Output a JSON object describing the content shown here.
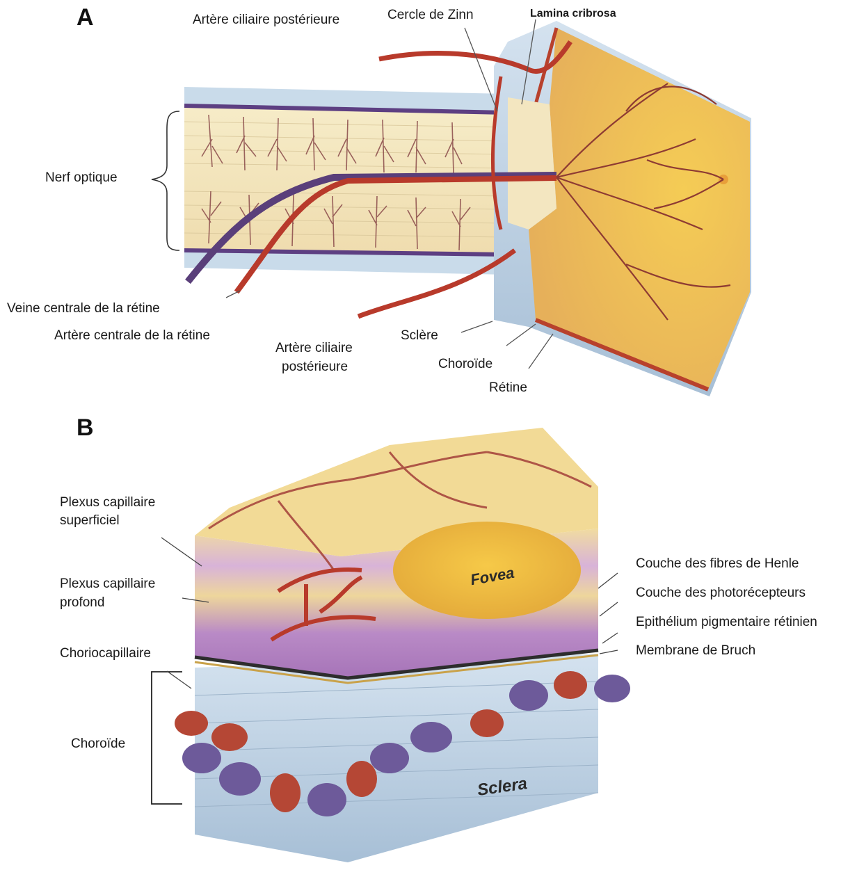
{
  "panel_a": {
    "letter": "A",
    "labels": {
      "ciliary_top": "Artère ciliaire postérieure",
      "zinn": "Cercle de Zinn",
      "lamina": "Lamina cribrosa",
      "optic_nerve": "Nerf optique",
      "vein": "Veine centrale de la rétine",
      "artery": "Artère centrale de la rétine",
      "ciliary_bottom_1": "Artère ciliaire",
      "ciliary_bottom_2": "postérieure",
      "sclera": "Sclère",
      "choroid": "Choroïde",
      "retina": "Rétine"
    }
  },
  "panel_b": {
    "letter": "B",
    "labels": {
      "superficial_1": "Plexus capillaire",
      "superficial_2": "superficiel",
      "deep_1": "Plexus capillaire",
      "deep_2": "profond",
      "choriocapillaris": "Choriocapillaire",
      "choroid": "Choroïde",
      "henle": "Couche des fibres de Henle",
      "photoreceptors": "Couche des photorécepteurs",
      "rpe": "Epithélium pigmentaire rétinien",
      "bruch": "Membrane de Bruch",
      "fovea": "Fovea",
      "sclera": "Sclera"
    }
  },
  "colors": {
    "artery": "#b83a2b",
    "vein": "#5a3f7a",
    "nerve": "#f3e5b5",
    "retina": "#e9b84a",
    "sclera": "#bcd0e2"
  }
}
